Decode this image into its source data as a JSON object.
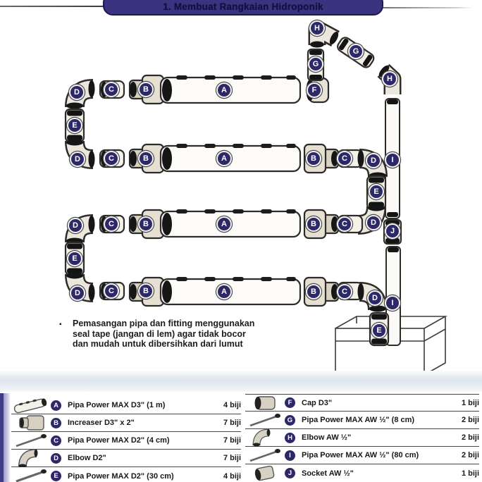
{
  "title_bar": {
    "title": "1. Membuat Rangkaian Hidroponik"
  },
  "note": {
    "bullet": "▪",
    "line1": "Pemasangan pipa dan fitting menggunakan",
    "line2": "seal tape (jangan di lem) agar tidak bocor",
    "line3": "dan mudah untuk dibersihkan dari lumut"
  },
  "diagram_badges": [
    "D",
    "C",
    "B",
    "A",
    "F",
    "H",
    "G",
    "G",
    "H",
    "I",
    "J",
    "I",
    "E",
    "D",
    "C",
    "B",
    "A",
    "B",
    "C",
    "D",
    "E",
    "D",
    "C",
    "B",
    "A",
    "B",
    "C",
    "D",
    "E",
    "D",
    "C",
    "B",
    "A",
    "B",
    "C",
    "D",
    "E"
  ],
  "parts_table": {
    "left": [
      {
        "letter": "A",
        "name": "Pipa Power MAX D3\" (1 m)",
        "qty": "4 biji"
      },
      {
        "letter": "B",
        "name": "Increaser D3\" x 2\"",
        "qty": "7 biji"
      },
      {
        "letter": "C",
        "name": "Pipa Power MAX D2\" (4 cm)",
        "qty": "7 biji"
      },
      {
        "letter": "D",
        "name": "Elbow D2\"",
        "qty": "7 biji"
      },
      {
        "letter": "E",
        "name": "Pipa Power MAX D2\" (30 cm)",
        "qty": "4 biji"
      }
    ],
    "right": [
      {
        "letter": "F",
        "name": "Cap D3\"",
        "qty": "1 biji"
      },
      {
        "letter": "G",
        "name": "Pipa Power MAX AW ½\" (8 cm)",
        "qty": "2 biji"
      },
      {
        "letter": "H",
        "name": "Elbow AW ½\"",
        "qty": "2 biji"
      },
      {
        "letter": "I",
        "name": "Pipa Power MAX AW ½\" (80 cm)",
        "qty": "2 biji"
      },
      {
        "letter": "J",
        "name": "Socket AW ½\"",
        "qty": "1 biji"
      }
    ]
  },
  "colors": {
    "title_bar_bg": "#3a3480",
    "badge_bg": "#2d2968",
    "pipe_outline": "#2e2c2a",
    "fitting_beige": "#ddd6c8",
    "band_blue": "#dde4eb",
    "edge_strip": "#3f3a86"
  }
}
